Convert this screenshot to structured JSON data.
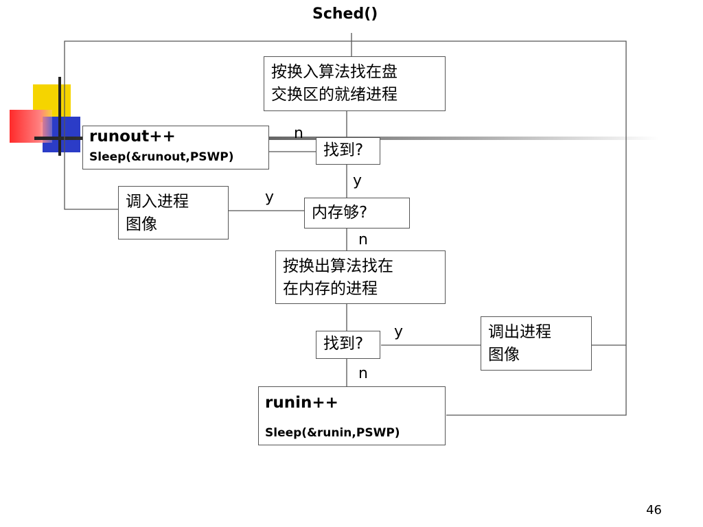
{
  "title": "Sched()",
  "page_number": "46",
  "nodes": {
    "swap_in_search": "按换入算法找在盘\n交换区的就绪进程",
    "runout_line1": "runout++",
    "runout_line2": "Sleep(&runout,PSWP)",
    "found1": "找到?",
    "load_image": "调入进程\n图像",
    "memory_enough": "内存够?",
    "swap_out_search": "按换出算法找在\n在内存的进程",
    "found2": "找到?",
    "swap_out_image": "调出进程\n图像",
    "runin_line1": "runin++",
    "runin_line2": "Sleep(&runin,PSWP)"
  },
  "edge_labels": {
    "found1_no": "n",
    "found1_yes": "y",
    "memory_yes": "y",
    "memory_no": "n",
    "found2_yes": "y",
    "found2_no": "n"
  }
}
